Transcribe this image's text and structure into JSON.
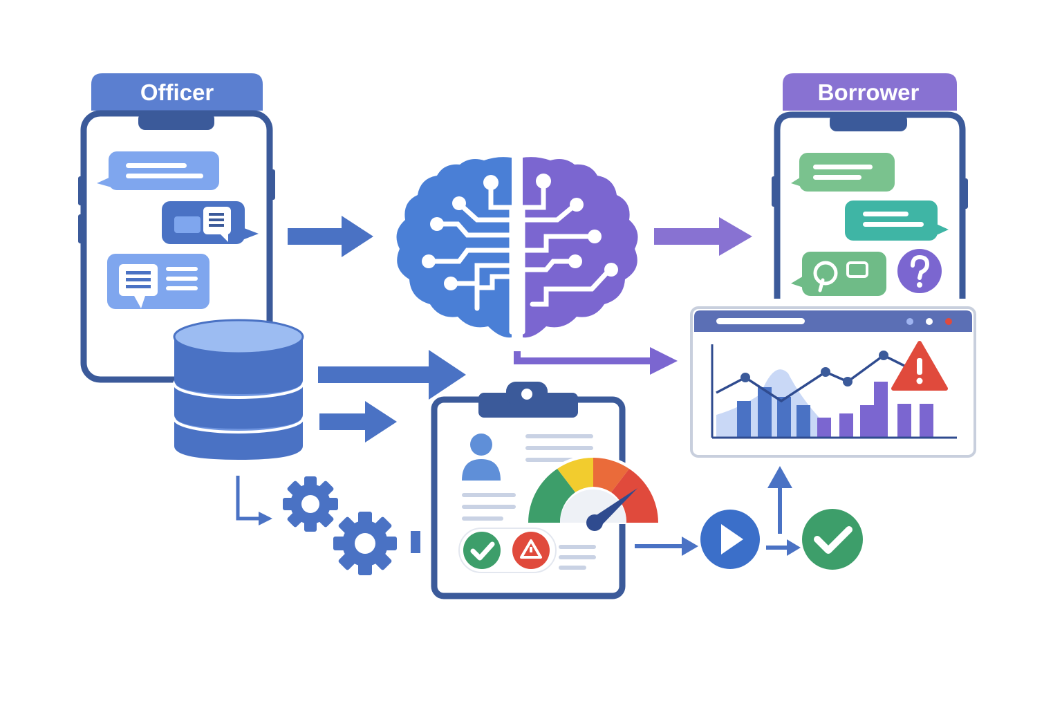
{
  "officer": {
    "label": "Officer",
    "tab_color": "#5b7fd0"
  },
  "borrower": {
    "label": "Borrower",
    "tab_color": "#8872d2"
  },
  "colors": {
    "primary_blue": "#4a72c4",
    "dark_blue": "#3b5a9a",
    "purple": "#7a64cf",
    "green": "#3d9e6a",
    "red": "#e04a3c",
    "yellow": "#f2cc2e",
    "orange": "#ea6b3a",
    "teal": "#3fb5a5",
    "light_blue": "#7fa6ee"
  },
  "icons": [
    "officer-phone",
    "borrower-phone",
    "chat-bubble-icon",
    "database-icon",
    "ai-brain-icon",
    "gear-icon",
    "clipboard-icon",
    "user-profile-icon",
    "risk-gauge-icon",
    "check-icon",
    "warning-icon",
    "play-button-icon",
    "dashboard-window",
    "line-chart",
    "bar-chart",
    "alert-triangle-icon",
    "question-icon",
    "flow-arrow"
  ]
}
